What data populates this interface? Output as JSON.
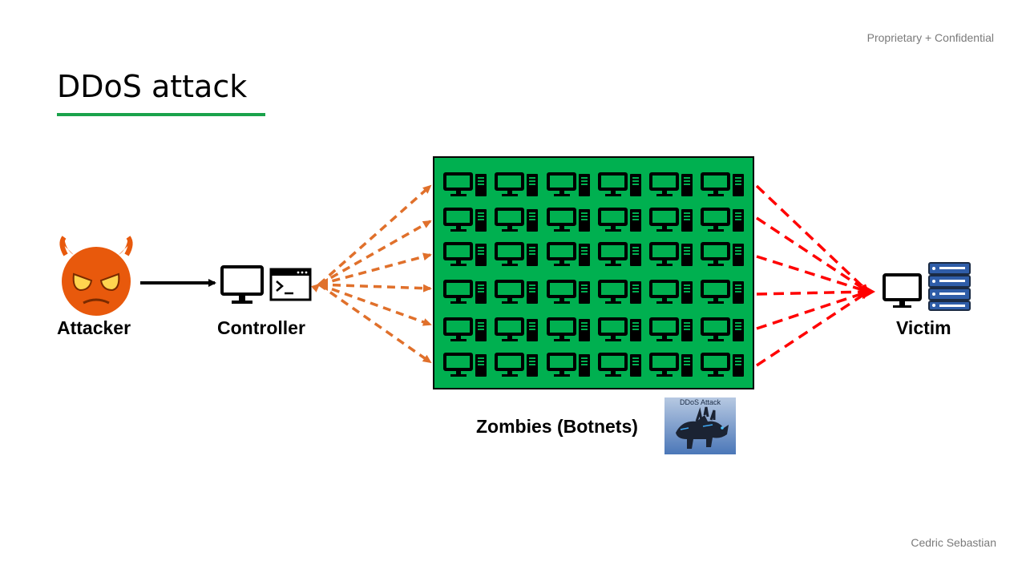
{
  "slide": {
    "title": "DDoS attack",
    "confidential": "Proprietary + Confidential",
    "author": "Cedric Sebastian",
    "accent_color": "#1aa24b"
  },
  "nodes": {
    "attacker": {
      "label": "Attacker",
      "icon": "devil-face-icon",
      "color": "#e8590c"
    },
    "controller": {
      "label": "Controller",
      "icons": [
        "monitor-icon",
        "terminal-window-icon"
      ]
    },
    "zombies": {
      "label": "Zombies (Botnets)",
      "box_color": "#00b050",
      "grid_rows": 6,
      "grid_cols": 6,
      "icon": "desktop-computer-icon"
    },
    "victim": {
      "label": "Victim",
      "icons": [
        "monitor-icon",
        "server-rack-icon"
      ]
    }
  },
  "edges": [
    {
      "from": "attacker",
      "to": "controller",
      "style": "solid",
      "color": "#000000"
    },
    {
      "from": "controller",
      "to": "zombies",
      "style": "dashed",
      "color": "#e0702b",
      "count": 6
    },
    {
      "from": "zombies",
      "to": "victim",
      "style": "dashed",
      "color": "#ff0000",
      "count": 6
    }
  ],
  "thumbnail": {
    "caption": "DDoS Attack",
    "description": "creature-image"
  }
}
